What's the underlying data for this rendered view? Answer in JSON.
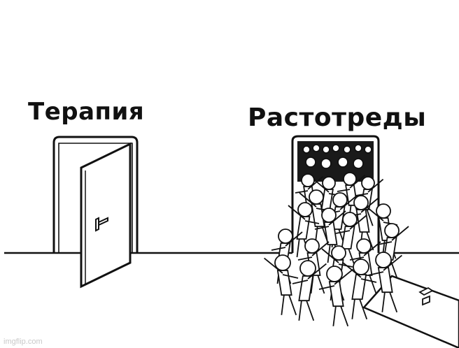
{
  "panels": {
    "left": {
      "caption": "Терапия"
    },
    "right": {
      "caption": "Растотреды"
    }
  },
  "watermark": "imgflip.com",
  "colors": {
    "ink": "#111111",
    "background": "#ffffff"
  },
  "icons": {
    "left_door": "open-door-icon",
    "right_door": "crowded-doorway-icon"
  }
}
